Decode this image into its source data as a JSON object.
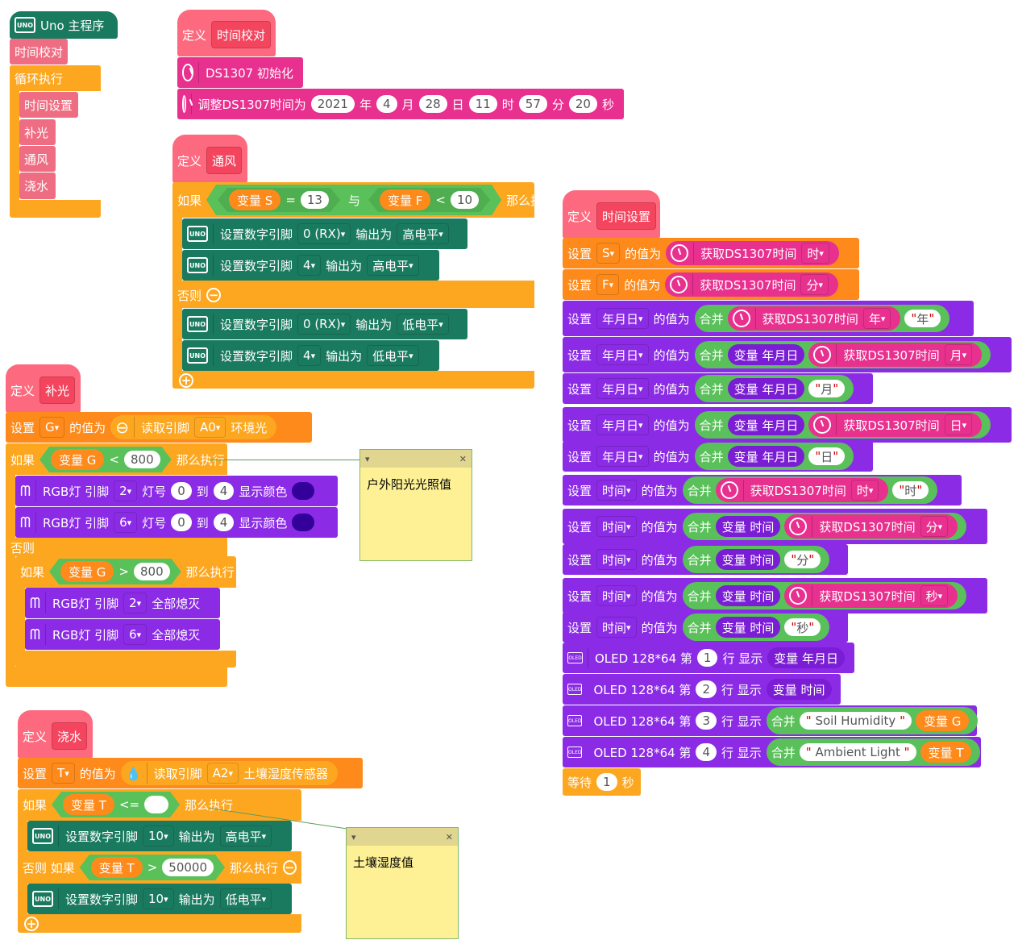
{
  "main_program": {
    "title": "Uno 主程序",
    "calls": [
      "时间校对"
    ],
    "loop_label": "循环执行",
    "loop_calls": [
      "时间设置",
      "补光",
      "通风",
      "浇水"
    ]
  },
  "proc_time_calibrate": {
    "define_label": "定义",
    "name": "时间校对",
    "init_label": "DS1307 初始化",
    "adjust_label": "调整DS1307时间为",
    "year": "2021",
    "year_unit": "年",
    "month": "4",
    "month_unit": "月",
    "day": "28",
    "day_unit": "日",
    "hour": "11",
    "hour_unit": "时",
    "minute": "57",
    "minute_unit": "分",
    "second": "20",
    "second_unit": "秒"
  },
  "proc_ventilation": {
    "define_label": "定义",
    "name": "通风",
    "if_label": "如果",
    "var_s": "变量 S",
    "op1": "=",
    "val1": "13",
    "and_label": "与",
    "var_f": "变量 F",
    "op2": "<",
    "val2": "10",
    "then_label": "那么执行",
    "else_label": "否则",
    "set_pin_label": "设置数字引脚",
    "output_label": "输出为",
    "rows": [
      {
        "pin": "0 (RX)",
        "level": "高电平"
      },
      {
        "pin": "4",
        "level": "高电平"
      },
      {
        "pin": "0 (RX)",
        "level": "低电平"
      },
      {
        "pin": "4",
        "level": "低电平"
      }
    ]
  },
  "proc_light": {
    "define_label": "定义",
    "name": "补光",
    "set_label": "设置",
    "var": "G",
    "value_label": "的值为",
    "read_label": "读取引脚",
    "pin": "A0",
    "sensor": "环境光",
    "if_label": "如果",
    "cond_var": "变量 G",
    "op": "<",
    "threshold": "800",
    "then_label": "那么执行",
    "rgb_label": "RGB灯 引脚",
    "lamp_label": "灯号",
    "to_label": "到",
    "show_color_label": "显示颜色",
    "rgb_rows": [
      {
        "pin": "2",
        "from": "0",
        "to": "4",
        "color": "#330099"
      },
      {
        "pin": "6",
        "from": "0",
        "to": "4",
        "color": "#330099"
      }
    ],
    "else_label": "否则",
    "if2_label": "如果",
    "cond2_var": "变量 G",
    "op2": ">",
    "threshold2": "800",
    "then2_label": "那么执行",
    "off_label": "全部熄灭",
    "off_rows": [
      {
        "pin": "2"
      },
      {
        "pin": "6"
      }
    ]
  },
  "proc_water": {
    "define_label": "定义",
    "name": "浇水",
    "set_label": "设置",
    "var": "T",
    "value_label": "的值为",
    "read_label": "读取引脚",
    "pin": "A2",
    "sensor": "土壤湿度传感器",
    "if_label": "如果",
    "cond_var": "变量 T",
    "op": "<=",
    "threshold": "",
    "then_label": "那么执行",
    "set_pin_label": "设置数字引脚",
    "output_label": "输出为",
    "row1": {
      "pin": "10",
      "level": "高电平"
    },
    "elseif_label": "否则 如果",
    "cond2_var": "变量 T",
    "op2": ">",
    "threshold2": "50000",
    "then2_label": "那么执行",
    "row2": {
      "pin": "10",
      "level": "低电平"
    }
  },
  "proc_time_set": {
    "define_label": "定义",
    "name": "时间设置",
    "set_label": "设置",
    "value_label": "的值为",
    "join_label": "合并",
    "get_time_label": "获取DS1307时间",
    "rows": [
      {
        "var": "S",
        "get": "时"
      },
      {
        "var": "F",
        "get": "分"
      },
      {
        "var": "年月日",
        "get": "年",
        "str": "年"
      },
      {
        "var": "年月日",
        "varref": "变量 年月日",
        "get": "月"
      },
      {
        "var": "年月日",
        "varref": "变量 年月日",
        "str": "月"
      },
      {
        "var": "年月日",
        "varref": "变量 年月日",
        "get": "日"
      },
      {
        "var": "年月日",
        "varref": "变量 年月日",
        "str": "日"
      },
      {
        "var": "时间",
        "get": "时",
        "str": "时"
      },
      {
        "var": "时间",
        "varref": "变量 时间",
        "get": "分"
      },
      {
        "var": "时间",
        "varref": "变量 时间",
        "str": "分"
      },
      {
        "var": "时间",
        "varref": "变量 时间",
        "get": "秒"
      },
      {
        "var": "时间",
        "varref": "变量 时间",
        "str": "秒"
      }
    ],
    "oled_label": "OLED 128*64 第",
    "line_label": "行 显示",
    "oled_rows": [
      {
        "line": "1",
        "value": "变量 年月日"
      },
      {
        "line": "2",
        "value": "变量 时间"
      },
      {
        "line": "3",
        "str": "Soil Humidity",
        "var": "变量 G"
      },
      {
        "line": "4",
        "str": "Ambient Light",
        "var": "变量 T"
      }
    ],
    "wait_label": "等待",
    "wait_value": "1",
    "wait_unit": "秒"
  },
  "notes": [
    {
      "text": "户外阳光光照值"
    },
    {
      "text": "土壤湿度值"
    }
  ],
  "icons": {
    "collapse": "▾",
    "close": "✕"
  }
}
